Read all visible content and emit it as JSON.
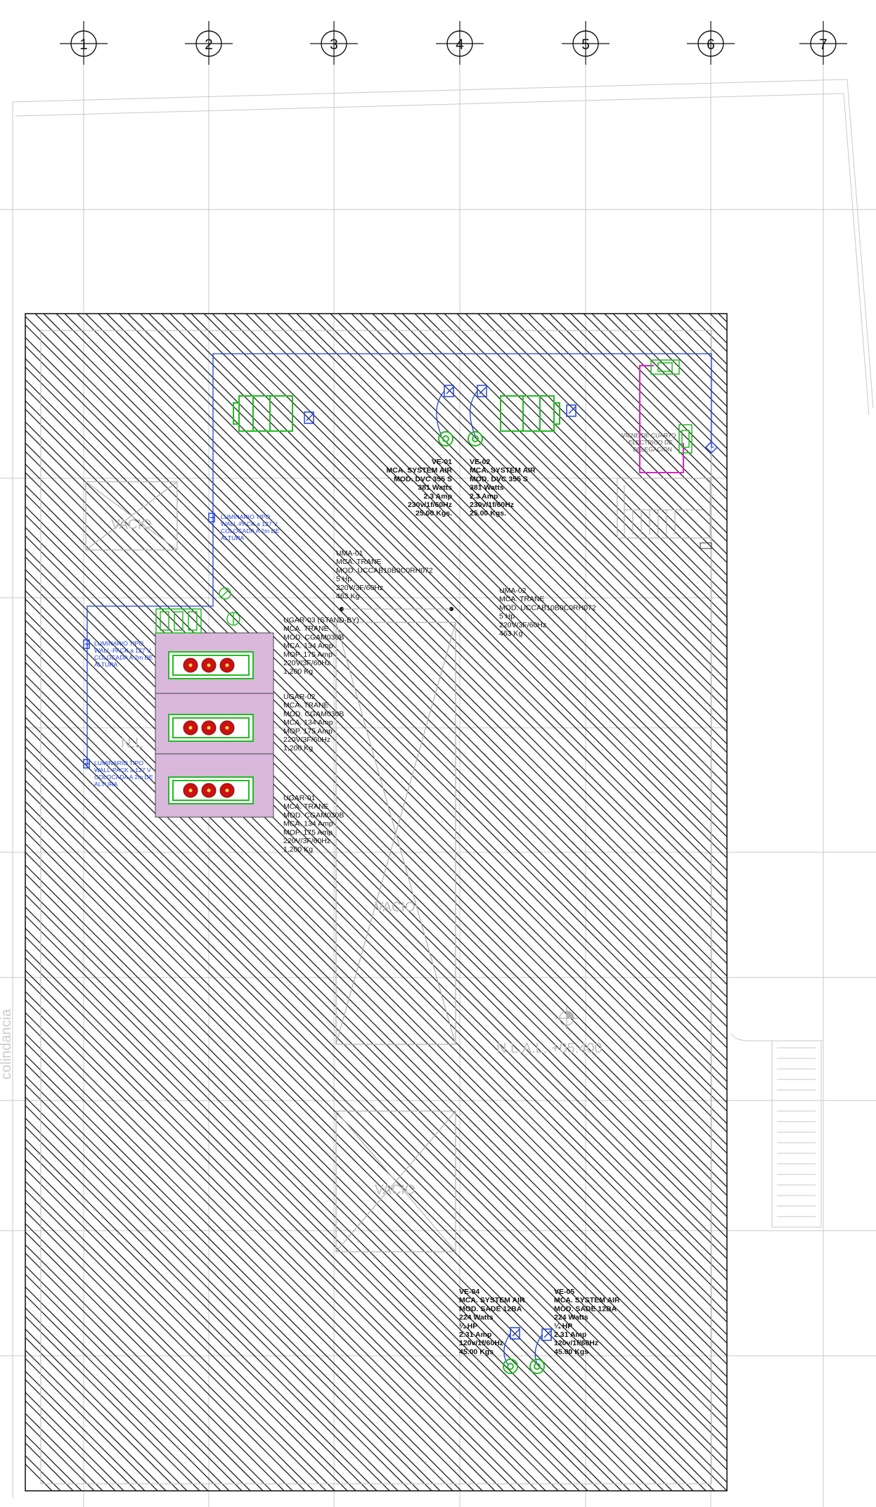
{
  "grid_axes": [
    "1",
    "2",
    "3",
    "4",
    "5",
    "6",
    "7"
  ],
  "equipment": [
    {
      "id": "ve01",
      "lines": [
        "VE-01",
        "MCA. SYSTEM AIR",
        "MOD. DVC 355 S",
        "381 Watts",
        "2.3 Amp",
        "230v/1f/60Hz",
        "25.00 Kgs."
      ]
    },
    {
      "id": "ve02",
      "lines": [
        "VE-02",
        "MCA. SYSTEM AIR",
        "MOD. DVC 355 S",
        "381 Watts",
        "2.3 Amp",
        "230v/1f/60Hz",
        "25.00 Kgs."
      ]
    },
    {
      "id": "uma01",
      "lines": [
        "UMA-01",
        "MCA. TRANE",
        "MOD. UCCAB10B0C0RH072",
        "5 Hp",
        "220V/3F/60Hz",
        "463 Kg"
      ]
    },
    {
      "id": "uma02",
      "lines": [
        "UMA-02",
        "MCA. TRANE",
        "MOD. UCCAB10B0C0RH072",
        "5 Hp",
        "220V/3F/60Hz",
        "463 Kg"
      ]
    },
    {
      "id": "ugar03",
      "lines": [
        "UGAR-03 (STAND-BY)",
        "MCA. TRANE",
        "MOD. CGAM030B",
        "MCA. 134 Amp",
        "MOP. 175 Amp",
        "220V/3F/60Hz",
        "1,200 Kg"
      ]
    },
    {
      "id": "ugar02",
      "lines": [
        "UGAR-02",
        "MCA. TRANE",
        "MOD. CGAM030B",
        "MCA. 134 Amp",
        "MOP. 175 Amp",
        "220V/3F/60Hz",
        "1,200 Kg"
      ]
    },
    {
      "id": "ugar01",
      "lines": [
        "UGAR-01",
        "MCA. TRANE",
        "MOD. CGAM030B",
        "MCA. 134 Amp",
        "MOP. 175 Amp",
        "220V/3F/60Hz",
        "1,200 Kg"
      ]
    },
    {
      "id": "ve04",
      "lines": [
        "VE-04",
        "MCA. SYSTEM AIR",
        "MOD. SADE 12BA",
        "224 Watts",
        "¼ HP",
        "2.31 Amp",
        "120v/1f/60Hz",
        "45.00 Kgs"
      ]
    },
    {
      "id": "ve05",
      "lines": [
        "VE-05",
        "MCA. SYSTEM AIR",
        "MOD. SADE 12BA",
        "224 Watts",
        "¼ HP",
        "2.31 Amp",
        "120v/1f/60Hz",
        "45.00 Kgs"
      ]
    }
  ],
  "luminaires": [
    {
      "id": "lum1",
      "lines": [
        "LUMINARIO TIPO",
        "WALL-PACK a 127 V",
        "COLOCADA A 2m DE",
        "ALTURA"
      ]
    },
    {
      "id": "lum2",
      "lines": [
        "LUMINARIO TIPO",
        "WALL-PACK a 127 V",
        "COLOCADA A 2m DE",
        "ALTURA"
      ]
    },
    {
      "id": "lum3",
      "lines": [
        "LUMINARIO TIPO",
        "WALL-PACK a 127 V",
        "COLOCADA A 2m DE",
        "ALTURA"
      ]
    }
  ],
  "notes": {
    "cuarto": [
      "VIENE DE CUARTO",
      "ELECTRICO DE",
      "DELEGACIÓN"
    ]
  },
  "voids": [
    "VACIO",
    "VACIO",
    "VACIO"
  ],
  "level_text": "N.L.A.L. +05.400",
  "level_partial": "N.L",
  "side_text": "colindancia",
  "colors": {
    "equipment": "#22bb22",
    "electric": "#2244dd",
    "feeder": "#dd22cc",
    "fan": "#cc1111",
    "pad": "#d9b8dc",
    "hatch": "#1a1a1a",
    "background_line": "#c4c4c4"
  }
}
